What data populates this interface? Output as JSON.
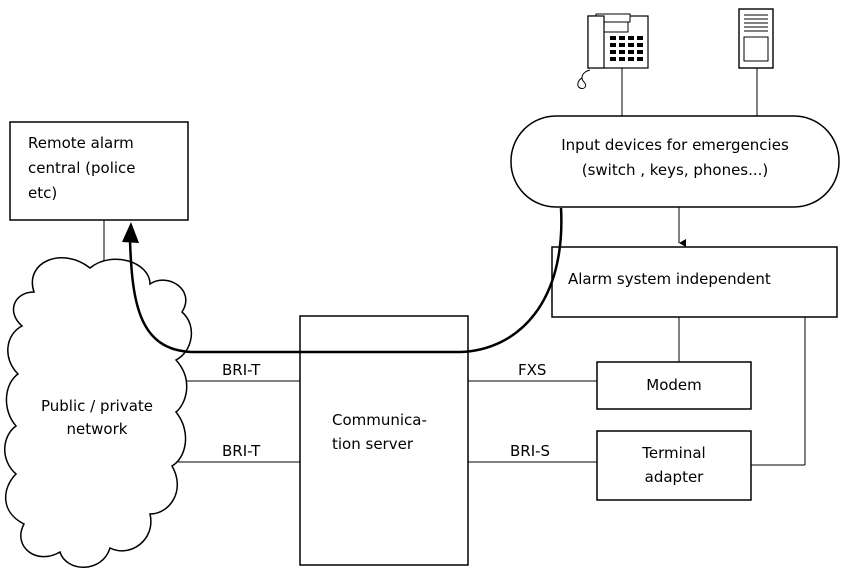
{
  "remote_alarm": {
    "line1": "Remote alarm",
    "line2": "central  (police",
    "line3": "etc)"
  },
  "network": {
    "line1": "Public / private",
    "line2": "network"
  },
  "server": {
    "line1": "Communica-",
    "line2": "tion server"
  },
  "input_devices": {
    "line1": "Input devices for emergencies",
    "line2": "(switch , keys, phones...)"
  },
  "alarm_system": {
    "label": "Alarm system independent"
  },
  "modem": {
    "label": "Modem"
  },
  "terminal_adapter": {
    "line1": "Terminal",
    "line2": "adapter"
  },
  "connection_labels": {
    "bri_t_top": "BRI-T",
    "bri_t_bottom": "BRI-T",
    "fxs": "FXS",
    "bri_s": "BRI-S"
  },
  "icons": {
    "phone": "desk-phone-icon",
    "keypad": "wall-panel-icon"
  }
}
